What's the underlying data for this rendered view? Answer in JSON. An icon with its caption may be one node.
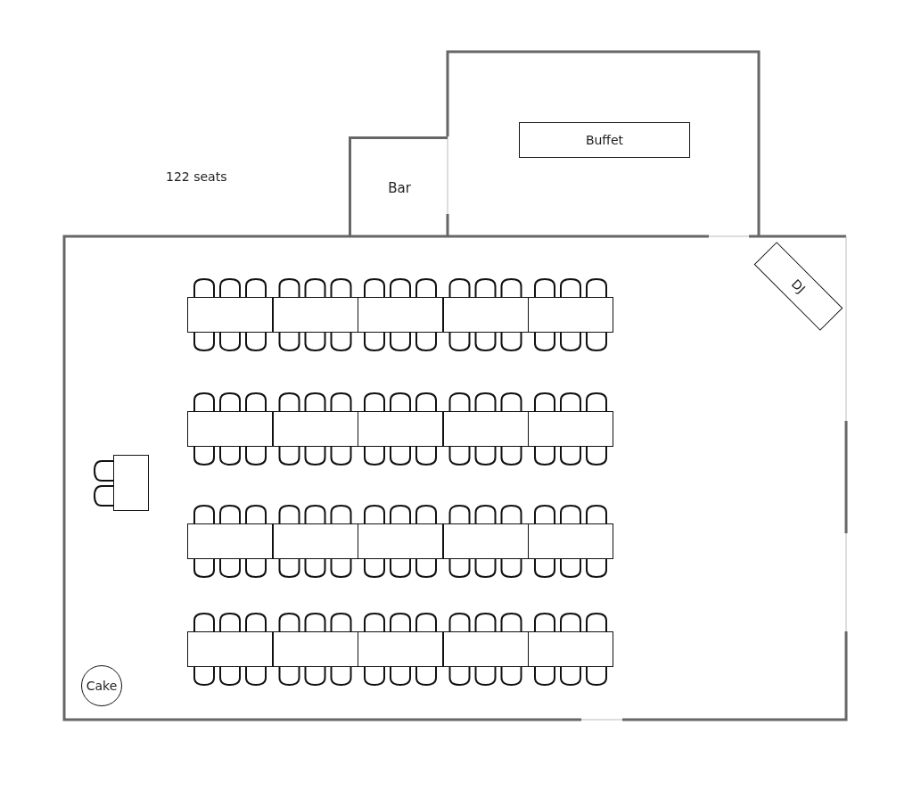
{
  "diagram": {
    "nodes": [
      {
        "text": [
          "Bar"
        ]
      },
      {
        "text": [
          "Buffet"
        ]
      },
      {
        "text": [
          "DJ"
        ]
      },
      {
        "text": [],
        "shape": "box"
      },
      {
        "text": [],
        "shape": "box"
      },
      {
        "text": [],
        "shape": "box"
      },
      {
        "text": [],
        "shape": "box"
      },
      {
        "text": [],
        "shape": "box"
      },
      {
        "text": [],
        "shape": "box"
      },
      {
        "text": [],
        "shape": "box"
      },
      {
        "text": [],
        "shape": "box"
      },
      {
        "text": [],
        "shape": "box"
      },
      {
        "text": [],
        "shape": "box"
      },
      {
        "text": [],
        "shape": "box"
      },
      {
        "text": [],
        "shape": "box"
      },
      {
        "text": [],
        "shape": "box"
      },
      {
        "text": [],
        "shape": "box"
      },
      {
        "text": [],
        "shape": "box"
      },
      {
        "text": [],
        "shape": "box"
      },
      {
        "text": [],
        "shape": "box"
      },
      {
        "text": [],
        "shape": "box"
      },
      {
        "text": [],
        "shape": "box"
      },
      {
        "text": [],
        "shape": "box"
      },
      {
        "text": [],
        "shape": "box"
      },
      {
        "text": [
          "Cake"
        ]
      }
    ],
    "labels": [
      "122 seats"
    ]
  }
}
